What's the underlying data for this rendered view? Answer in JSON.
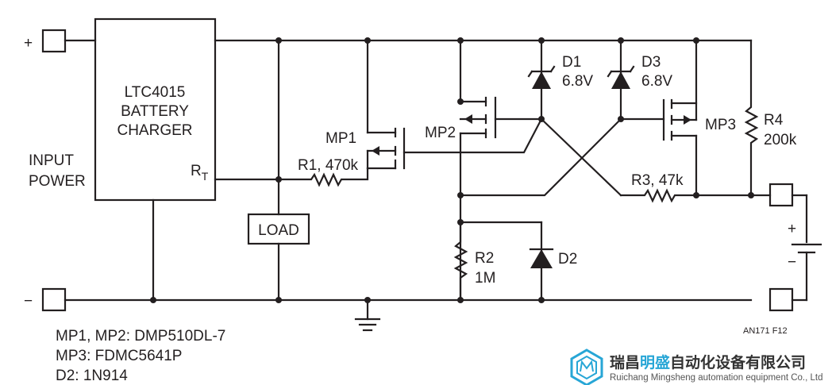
{
  "terminals": {
    "plus": "+",
    "minus": "−"
  },
  "input_power": {
    "line1": "INPUT",
    "line2": "POWER"
  },
  "charger": {
    "line1": "LTC4015",
    "line2": "BATTERY",
    "line3": "CHARGER",
    "rt_main": "R",
    "rt_sub": "T"
  },
  "load": "LOAD",
  "components": {
    "mp1": "MP1",
    "mp2": "MP2",
    "mp3": "MP3",
    "r1": "R1, 470k",
    "r2_name": "R2",
    "r2_value": "1M",
    "r3": "R3, 47k",
    "r4_name": "R4",
    "r4_value": "200k",
    "d1_name": "D1",
    "d1_value": "6.8V",
    "d3_name": "D3",
    "d3_value": "6.8V",
    "d2": "D2"
  },
  "battery": {
    "plus": "+",
    "minus": "−"
  },
  "figure_id": "AN171 F12",
  "parts_list": [
    "MP1, MP2: DMP510DL-7",
    "MP3: FDMC5641P",
    "D2: 1N914"
  ],
  "watermark": {
    "cn_prefix": "瑞昌",
    "cn_brand": "明盛",
    "cn_suffix": "自动化设备有限公司",
    "en": "Ruichang Mingsheng automation equipment Co., Ltd",
    "brand_color": "#27a6d6"
  }
}
